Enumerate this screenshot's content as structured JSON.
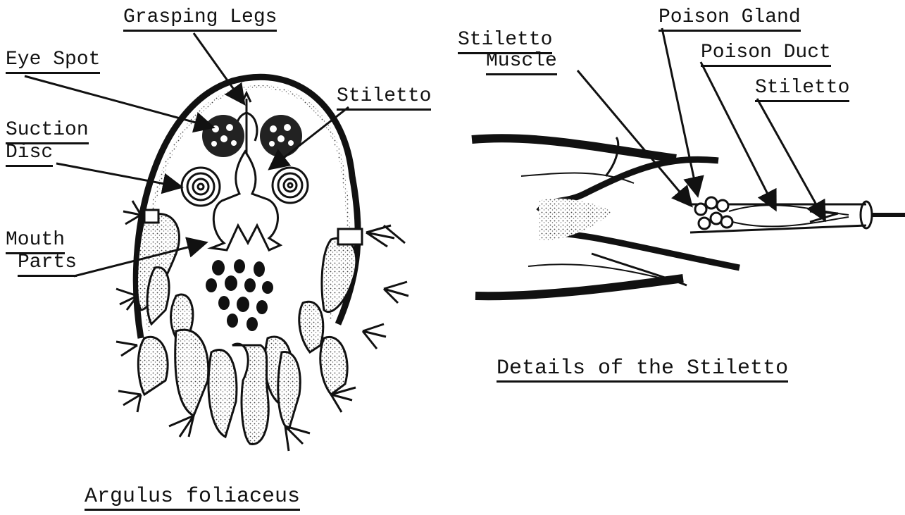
{
  "left_figure": {
    "caption": "Argulus foliaceus",
    "labels": {
      "grasping_legs": "Grasping Legs",
      "eye_spot": "Eye Spot",
      "stiletto": "Stiletto",
      "suction_disc_1": "Suction",
      "suction_disc_2": "Disc",
      "mouth_parts_1": "Mouth",
      "mouth_parts_2": "Parts"
    }
  },
  "right_figure": {
    "caption": "Details of the Stiletto",
    "labels": {
      "stiletto_muscle_1": "Stiletto",
      "stiletto_muscle_2": "Muscle",
      "poison_gland": "Poison Gland",
      "poison_duct": "Poison Duct",
      "stiletto": "Stiletto"
    }
  },
  "colors": {
    "ink": "#111111",
    "paper": "#ffffff",
    "stipple": "#444444"
  }
}
